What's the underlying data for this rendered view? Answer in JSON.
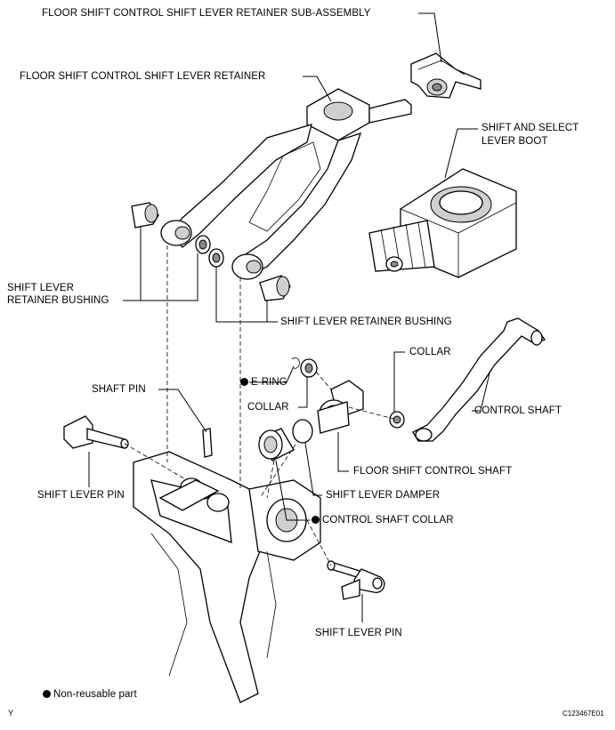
{
  "labels": {
    "retainer_subassembly": "FLOOR SHIFT CONTROL SHIFT LEVER RETAINER SUB-ASSEMBLY",
    "retainer": "FLOOR SHIFT CONTROL SHIFT LEVER RETAINER",
    "boot_line1": "SHIFT AND SELECT",
    "boot_line2": "LEVER BOOT",
    "bushing_left_line1": "SHIFT LEVER",
    "bushing_left_line2": "RETAINER BUSHING",
    "bushing_right": "SHIFT LEVER RETAINER BUSHING",
    "collar_right": "COLLAR",
    "e_ring": "E-RING",
    "collar_left": "COLLAR",
    "control_shaft": "CONTROL SHAFT",
    "shaft_pin": "SHAFT PIN",
    "floor_shift_control_shaft": "FLOOR SHIFT CONTROL SHAFT",
    "shift_lever_pin_left": "SHIFT LEVER PIN",
    "shift_lever_damper": "SHIFT LEVER DAMPER",
    "control_shaft_collar": "CONTROL SHAFT COLLAR",
    "shift_lever_pin_bottom": "SHIFT LEVER PIN",
    "legend": "Non-reusable part",
    "corner_code": "Y",
    "figure_code": "C123467E01"
  }
}
